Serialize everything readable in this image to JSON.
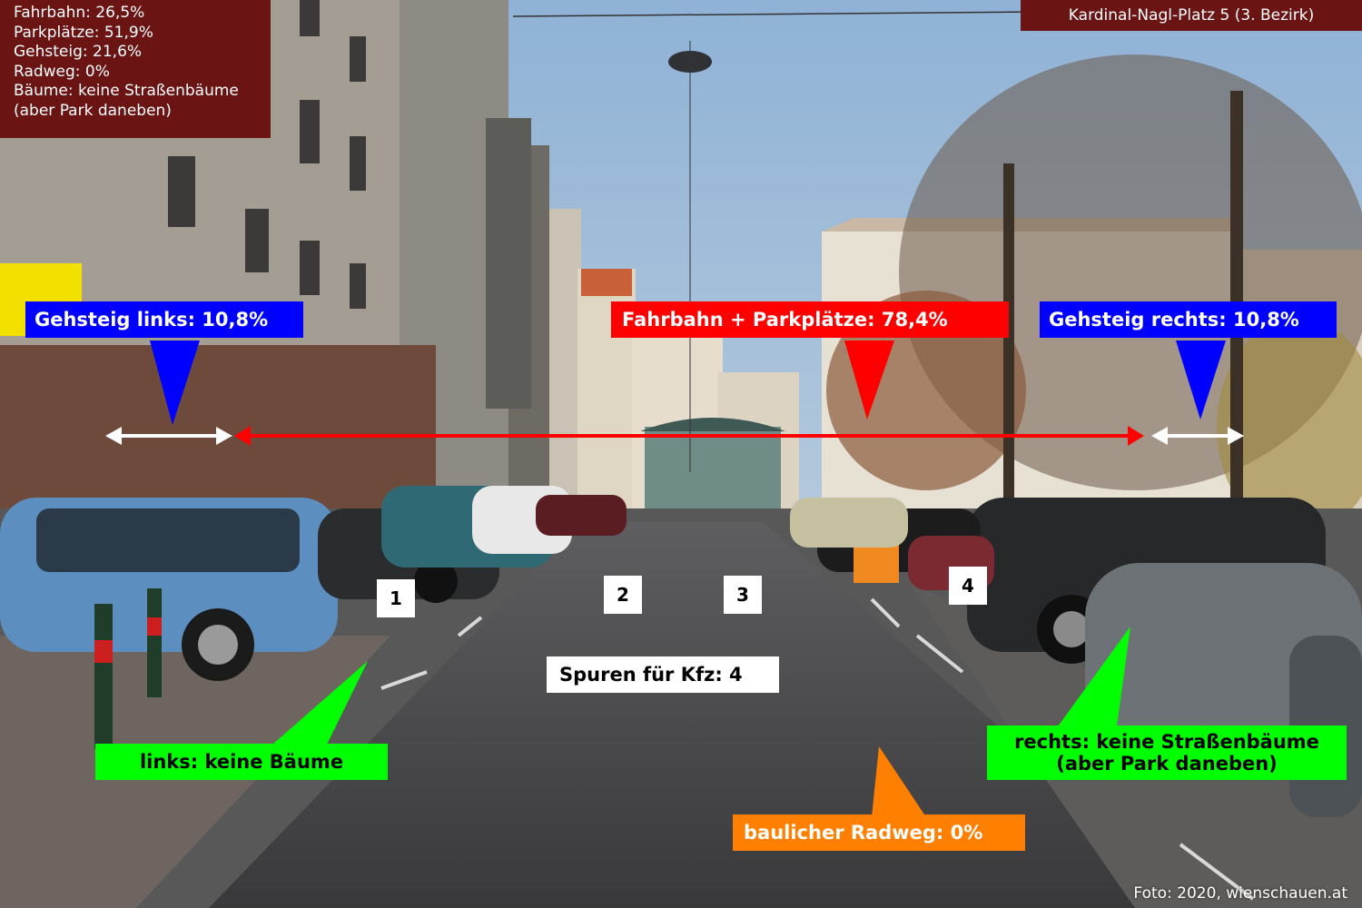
{
  "colors": {
    "sidewalk": "#0000ff",
    "roadway_parking": "#ff0000",
    "trees": "#00ff00",
    "bike_lane": "#ff8000",
    "info_box": "#6b1414"
  },
  "stats": {
    "lines": [
      "Fahrbahn: 26,5%",
      "Parkplätze: 51,9%",
      "Gehsteig: 21,6%",
      "Radweg: 0%",
      "Bäume: keine Straßenbäume",
      "(aber Park daneben)"
    ]
  },
  "location": "Kardinal-Nagl-Platz 5 (3. Bezirk)",
  "labels": {
    "sidewalk_left": "Gehsteig links: 10,8%",
    "roadway_parking": "Fahrbahn + Parkplätze: 78,4%",
    "sidewalk_right": "Gehsteig rechts: 10,8%",
    "trees_left": "links: keine Bäume",
    "trees_right_line1": "rechts: keine Straßenbäume",
    "trees_right_line2": "(aber Park daneben)",
    "lanes": "Spuren für Kfz: 4",
    "bike_lane": "baulicher Radweg: 0%"
  },
  "lane_numbers": [
    "1",
    "2",
    "3",
    "4"
  ],
  "credit": "Foto: 2020, wienschauen.at"
}
